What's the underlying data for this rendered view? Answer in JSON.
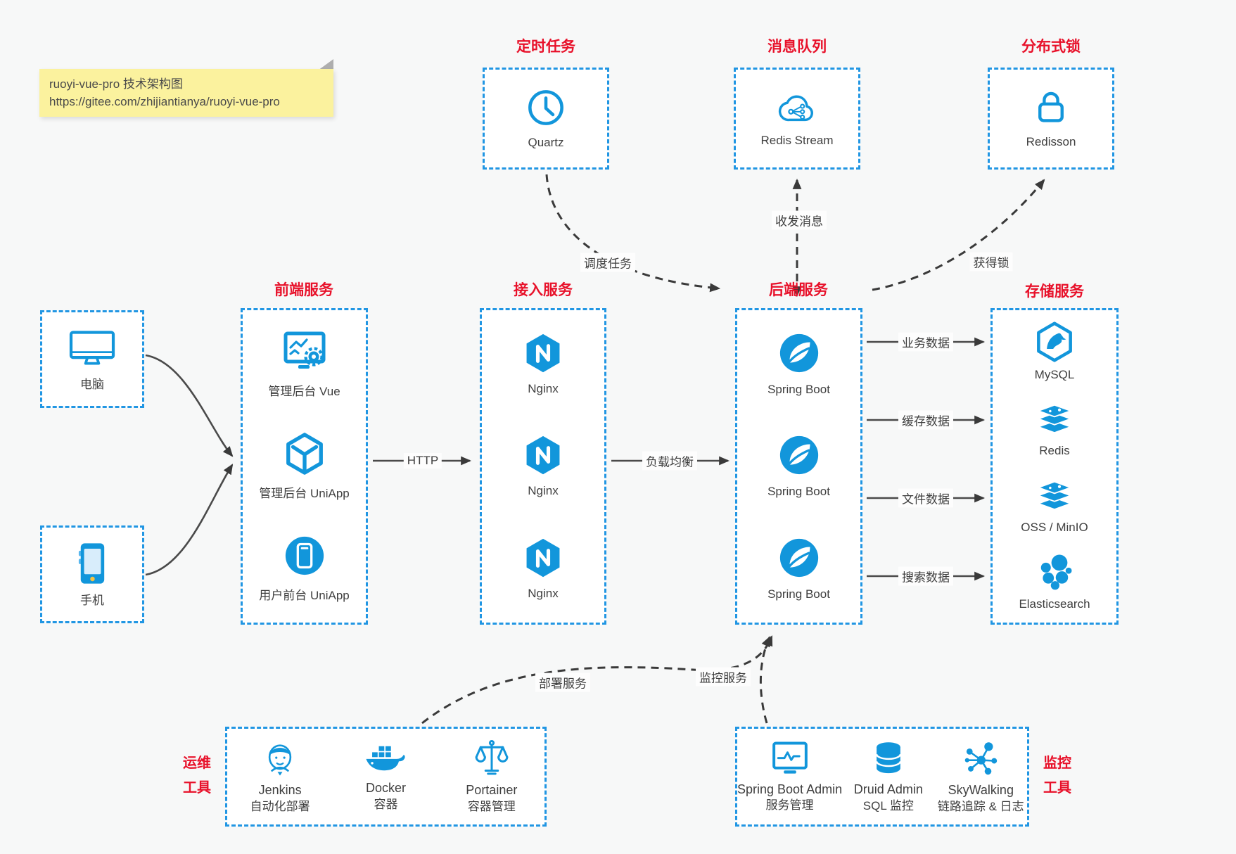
{
  "note": {
    "line1": "ruoyi-vue-pro 技术架构图",
    "line2": "https://gitee.com/zhijiantianya/ruoyi-vue-pro"
  },
  "colors": {
    "accent": "#1296db",
    "box_border": "#2196e3",
    "title_red": "#e8112a",
    "text": "#3f3f3f",
    "note_bg": "#fbf29e"
  },
  "sections": {
    "scheduled": {
      "title": "定时任务",
      "node": {
        "label": "Quartz",
        "icon": "clock-icon"
      }
    },
    "mq": {
      "title": "消息队列",
      "node": {
        "label": "Redis Stream",
        "icon": "cloud-share-icon"
      }
    },
    "lock": {
      "title": "分布式锁",
      "node": {
        "label": "Redisson",
        "icon": "lock-icon"
      }
    },
    "devices": {
      "pc": {
        "label": "电脑",
        "icon": "desktop-icon"
      },
      "mobile": {
        "label": "手机",
        "icon": "smartphone-icon"
      }
    },
    "frontend": {
      "title": "前端服务",
      "items": [
        {
          "label": "管理后台 Vue",
          "icon": "admin-vue-icon"
        },
        {
          "label": "管理后台 UniApp",
          "icon": "cube-icon"
        },
        {
          "label": "用户前台 UniApp",
          "icon": "phone-circle-icon"
        }
      ]
    },
    "gateway": {
      "title": "接入服务",
      "items": [
        {
          "label": "Nginx",
          "icon": "nginx-icon"
        },
        {
          "label": "Nginx",
          "icon": "nginx-icon"
        },
        {
          "label": "Nginx",
          "icon": "nginx-icon"
        }
      ]
    },
    "backend": {
      "title": "后端服务",
      "items": [
        {
          "label": "Spring Boot",
          "icon": "spring-icon"
        },
        {
          "label": "Spring Boot",
          "icon": "spring-icon"
        },
        {
          "label": "Spring Boot",
          "icon": "spring-icon"
        }
      ]
    },
    "storage": {
      "title": "存储服务",
      "items": [
        {
          "label": "MySQL",
          "icon": "mysql-icon"
        },
        {
          "label": "Redis",
          "icon": "redis-stack-icon"
        },
        {
          "label": "OSS / MinIO",
          "icon": "oss-stack-icon"
        },
        {
          "label": "Elasticsearch",
          "icon": "elasticsearch-icon"
        }
      ]
    },
    "ops": {
      "title_line1": "运维",
      "title_line2": "工具",
      "items": [
        {
          "name": "Jenkins",
          "desc": "自动化部署",
          "icon": "jenkins-icon"
        },
        {
          "name": "Docker",
          "desc": "容器",
          "icon": "docker-icon"
        },
        {
          "name": "Portainer",
          "desc": "容器管理",
          "icon": "portainer-icon"
        }
      ]
    },
    "monitoring": {
      "title_line1": "监控",
      "title_line2": "工具",
      "items": [
        {
          "name": "Spring Boot Admin",
          "desc": "服务管理",
          "icon": "sba-icon"
        },
        {
          "name": "Druid Admin",
          "desc": "SQL 监控",
          "icon": "druid-icon"
        },
        {
          "name": "SkyWalking",
          "desc": "链路追踪 & 日志",
          "icon": "skywalking-icon"
        }
      ]
    }
  },
  "edges": {
    "http": "HTTP",
    "load_balance": "负载均衡",
    "business_data": "业务数据",
    "cache_data": "缓存数据",
    "file_data": "文件数据",
    "search_data": "搜索数据",
    "schedule_task": "调度任务",
    "send_receive_msg": "收发消息",
    "acquire_lock": "获得锁",
    "deploy_service": "部署服务",
    "monitor_service": "监控服务"
  }
}
